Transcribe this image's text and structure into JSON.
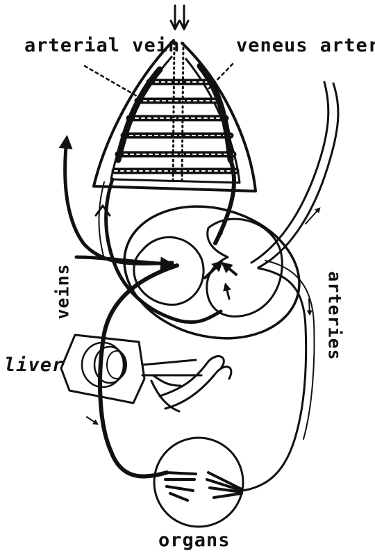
{
  "labels": {
    "arterial_vein": "arterial vein",
    "veneus_artery": "veneus artery",
    "veins": "veins",
    "arteries": "arteries",
    "liver": "liver",
    "organs": "organs"
  },
  "colors": {
    "ink": "#111111",
    "paper": "#ffffff"
  }
}
